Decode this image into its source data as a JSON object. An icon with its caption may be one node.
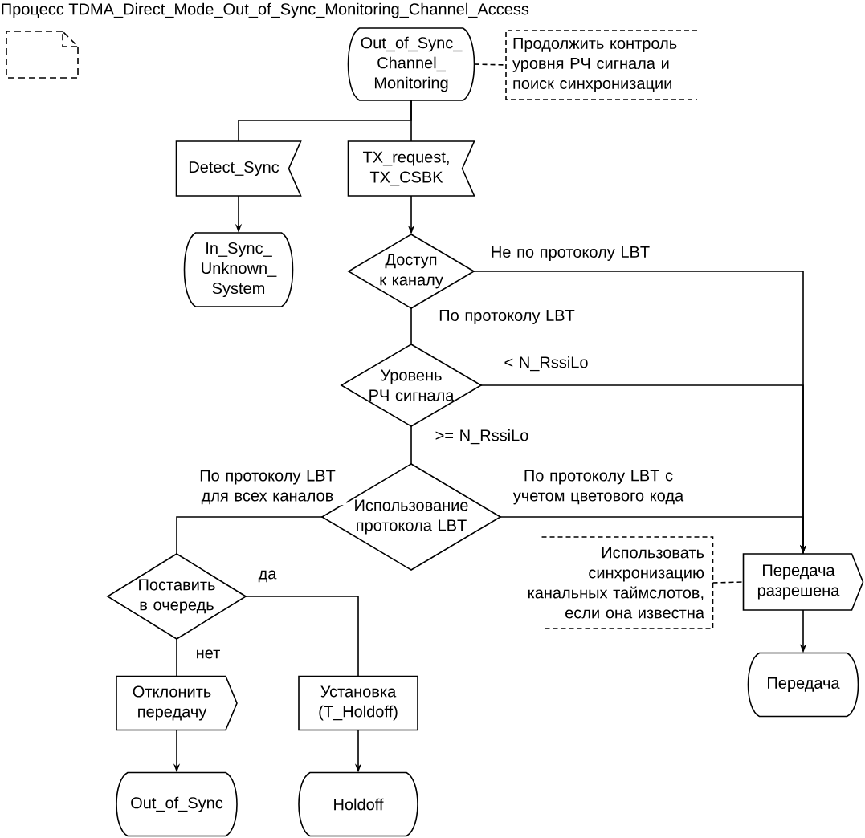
{
  "diagram": {
    "title": "Процесс TDMA_Direct_Mode_Out_of_Sync_Monitoring_Channel_Access",
    "nodes": [
      {
        "text": [
          "Out_of_Sync_ Channel_ Monitoring"
        ]
      },
      {
        "text": [
          "Продолжить контроль уровня РЧ сигнала и поиск синхронизации"
        ]
      },
      {
        "text": [
          "Detect_Sync"
        ]
      },
      {
        "text": [
          "TX_request, TX_CSBK"
        ]
      },
      {
        "text": [
          "In_Sync_ Unknown_ System"
        ]
      },
      {
        "text": [
          "Доступ к каналу"
        ]
      },
      {
        "text": [
          "Уровень РЧ сигнала"
        ]
      },
      {
        "text": [
          "Использование протокола LBT"
        ]
      },
      {
        "text": [
          "Поставить в очередь"
        ]
      },
      {
        "text": [
          "Отклонить передачу"
        ]
      },
      {
        "text": [
          "Установка (T_Holdoff)"
        ]
      },
      {
        "text": [
          "Out_of_Sync"
        ]
      },
      {
        "text": [
          "Holdoff"
        ]
      },
      {
        "text": [
          "Использовать синхронизацию канальных таймслотов, если она известна"
        ]
      },
      {
        "text": [
          "Передача разрешена"
        ]
      },
      {
        "text": [
          "Передача"
        ]
      }
    ],
    "edges": [
      {
        "from": 0,
        "to": 2,
        "arrow": "none"
      },
      {
        "from": 0,
        "to": 3,
        "arrow": "none"
      },
      {
        "from": 0,
        "to": 1,
        "arrow": "none",
        "style": "dashed"
      },
      {
        "from": 2,
        "to": 4,
        "arrow": "to"
      },
      {
        "from": 3,
        "to": 5,
        "arrow": "to"
      },
      {
        "from": 5,
        "to": 14,
        "arrow": "none",
        "label": "Не по протоколу LBT"
      },
      {
        "from": 5,
        "to": 6,
        "arrow": "none",
        "label": "По протоколу LBT"
      },
      {
        "from": 6,
        "to": 14,
        "arrow": "to",
        "label": "< N_RssiLo"
      },
      {
        "from": 6,
        "to": 7,
        "arrow": "none",
        "label": ">= N_RssiLo"
      },
      {
        "from": 7,
        "to": 8,
        "arrow": "none",
        "label": "По протоколу LBT для всех каналов"
      },
      {
        "from": 7,
        "to": 14,
        "arrow": "to",
        "label": "По протоколу LBT с учетом цветового кода"
      },
      {
        "from": 8,
        "to": 10,
        "arrow": "none",
        "label": "да"
      },
      {
        "from": 8,
        "to": 9,
        "arrow": "none",
        "label": "нет"
      },
      {
        "from": 9,
        "to": 11,
        "arrow": "to"
      },
      {
        "from": 10,
        "to": 12,
        "arrow": "to"
      },
      {
        "from": 13,
        "to": 14,
        "arrow": "none",
        "style": "dashed"
      },
      {
        "from": 14,
        "to": 15,
        "arrow": "to"
      }
    ]
  }
}
